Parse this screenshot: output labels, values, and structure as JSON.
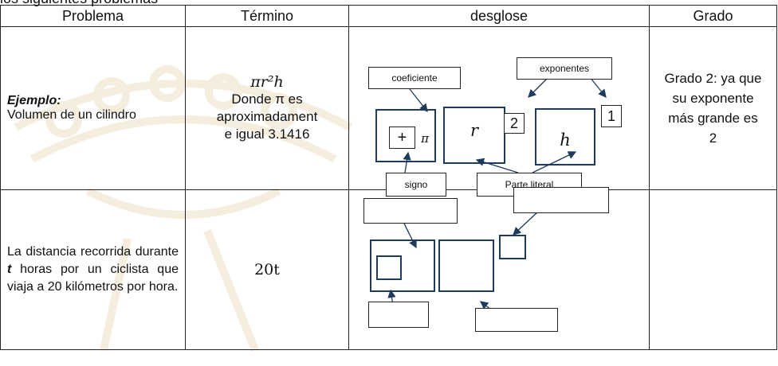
{
  "clipped_text": "los siguientes problemas",
  "headers": [
    "Problema",
    "Término",
    "desglose",
    "Grado"
  ],
  "row1": {
    "label": "Ejemplo:",
    "problem": "Volumen de un cilindro",
    "term_formula": "πr²h",
    "term_note_lines": [
      "Donde π es",
      "aproximadament",
      "e igual 3.1416"
    ],
    "diagram": {
      "coeficiente": "coeficiente",
      "exponentes": "exponentes",
      "signo": "signo",
      "parte_literal": "Parte literal",
      "sign_symbol": "+",
      "pi_symbol": "π",
      "r_symbol": "r",
      "h_symbol": "h",
      "exp_r": "2",
      "exp_h": "1"
    },
    "grade_lines": [
      "Grado 2: ya que",
      "su exponente",
      "más grande es",
      "2"
    ]
  },
  "row2": {
    "problem_pre": "La distancia recorrida durante ",
    "problem_var": "t",
    "problem_post": " horas por un ciclista que viaja a 20 kilómetros por hora.",
    "term": "20t",
    "grade": ""
  },
  "colors": {
    "diagram_stroke": "#1f3b5c",
    "watermark": "#c9a04a"
  }
}
